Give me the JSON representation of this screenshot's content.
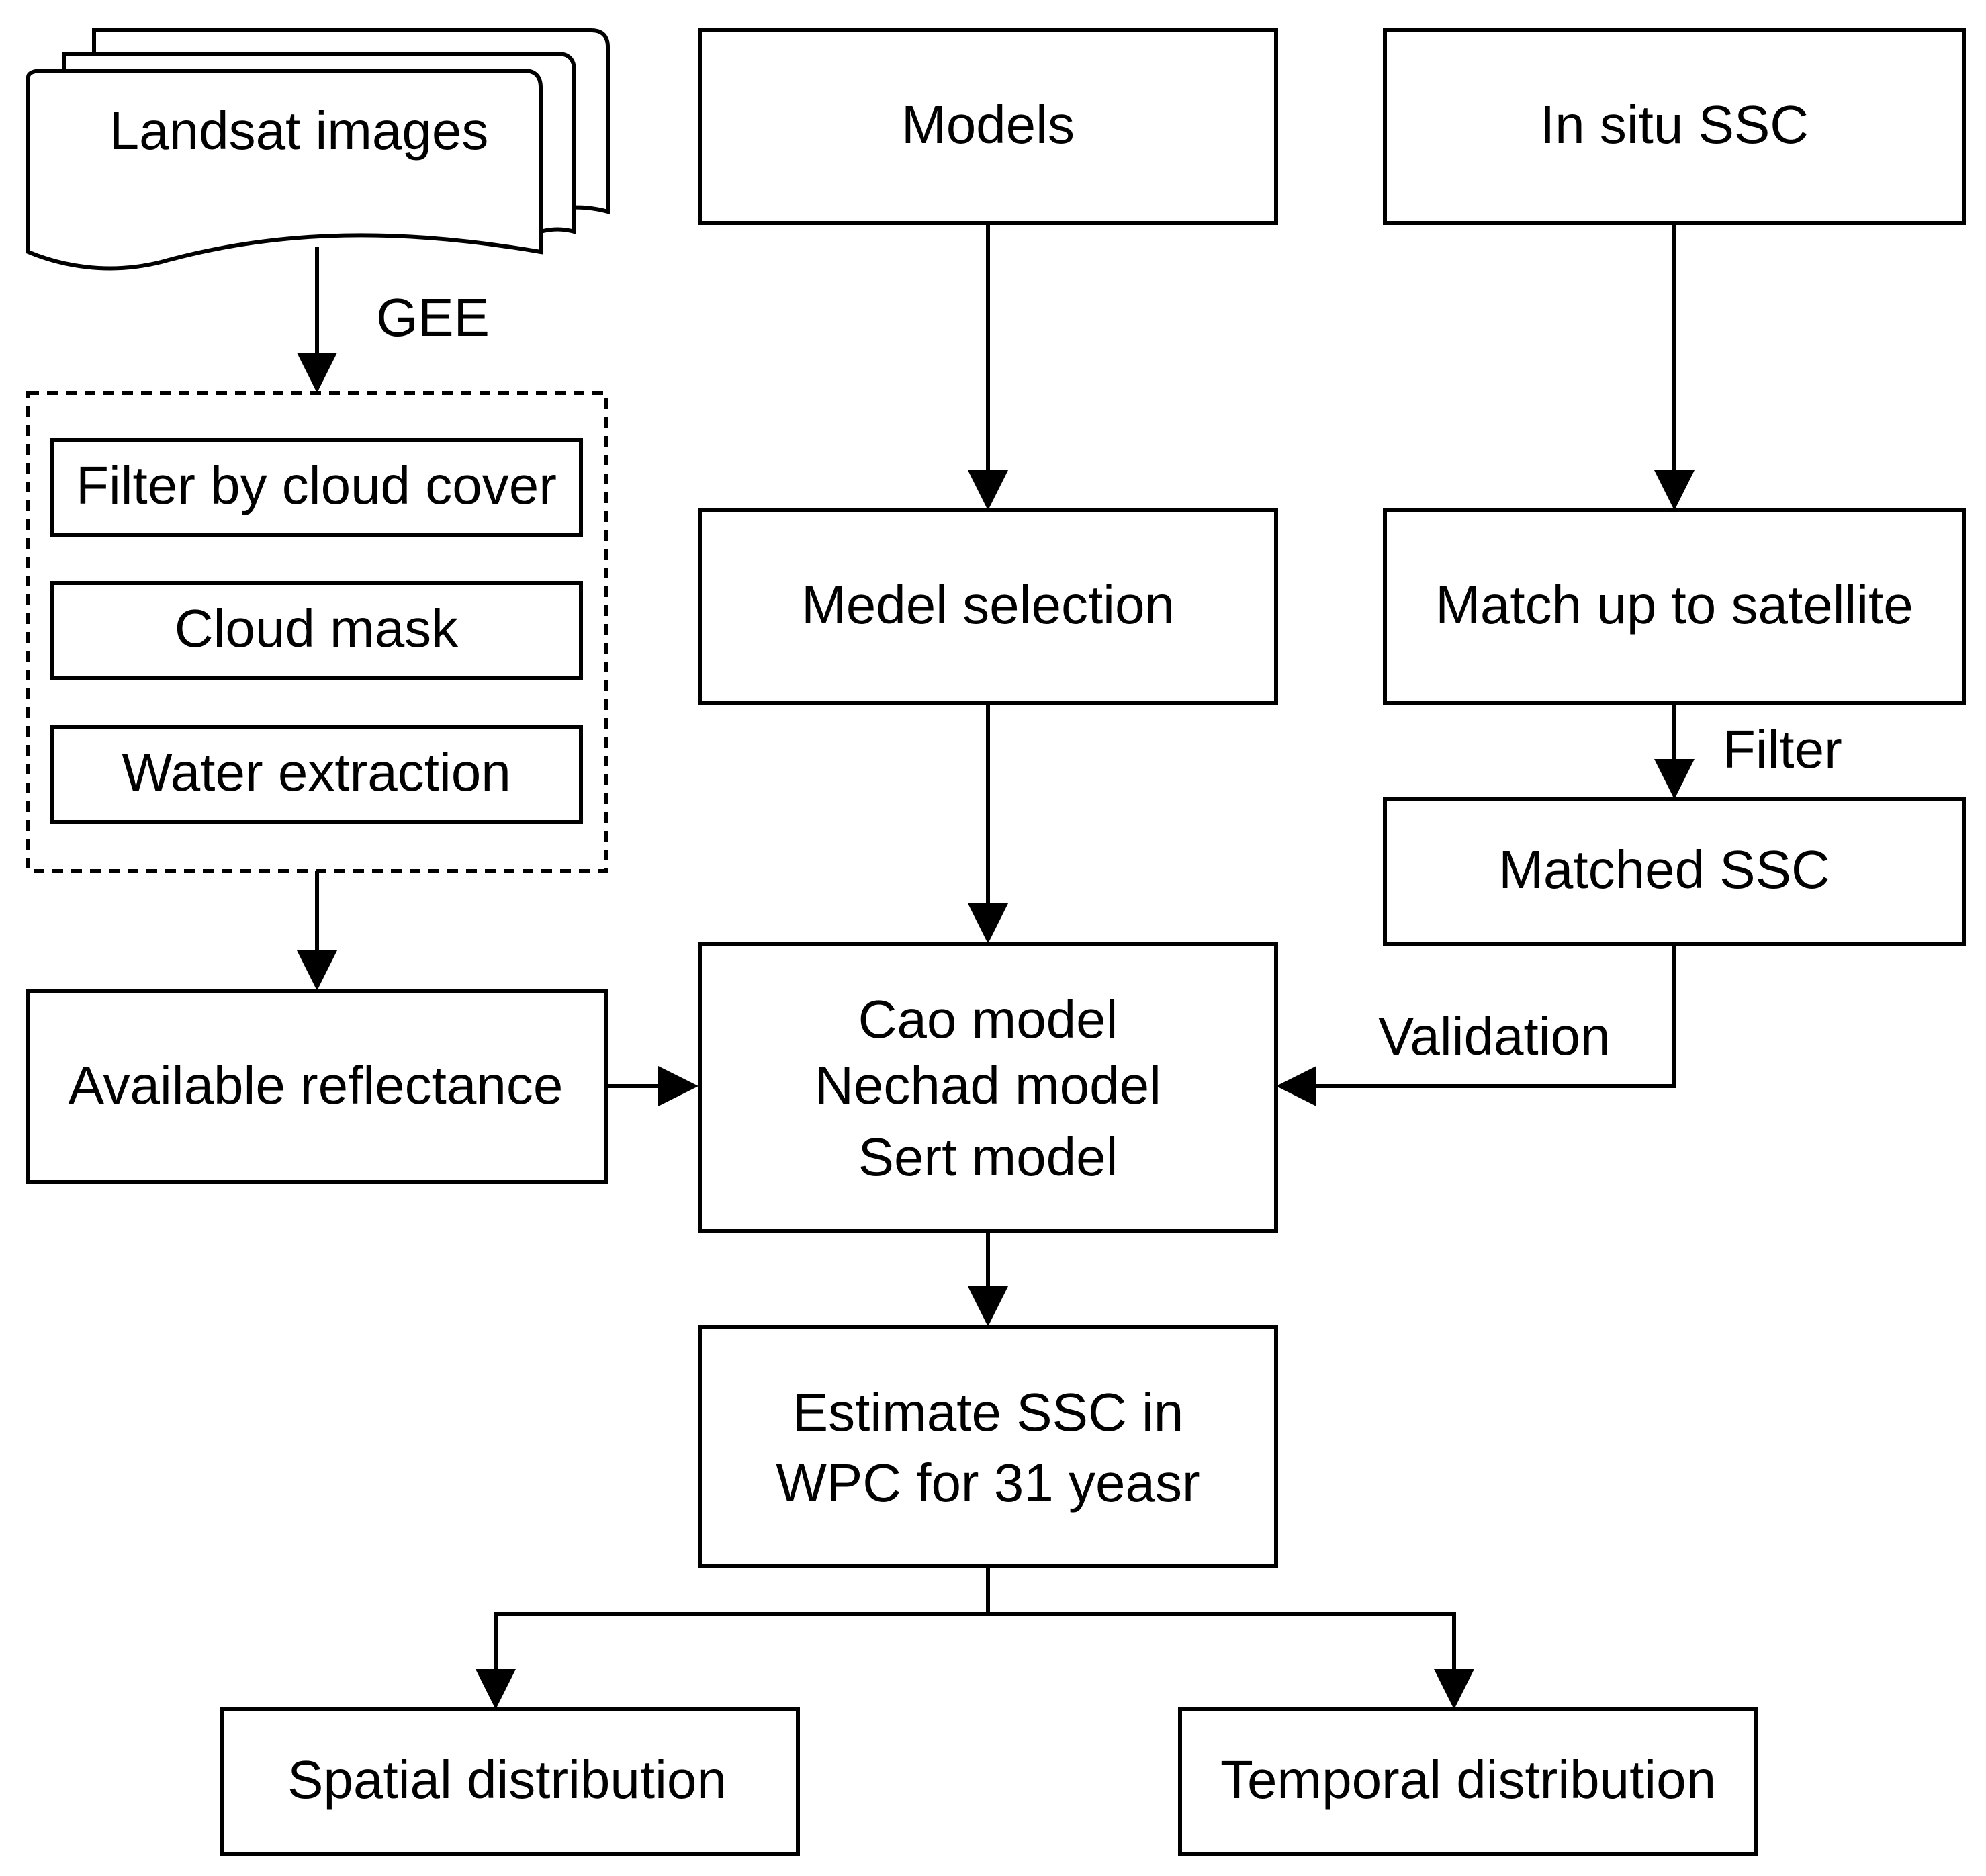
{
  "nodes": {
    "landsat": "Landsat images",
    "filter_cloud_cover": "Filter by cloud cover",
    "cloud_mask": "Cloud mask",
    "water_extraction": "Water extraction",
    "available_reflectance": "Available reflectance",
    "models": "Models",
    "model_selection": "Medel selection",
    "model_list": [
      "Cao model",
      "Nechad model",
      "Sert model"
    ],
    "in_situ_ssc": "In situ SSC",
    "match_up": "Match up to satellite",
    "matched_ssc": "Matched SSC",
    "estimate": [
      "Estimate SSC in",
      "WPC for 31 yeasr"
    ],
    "spatial": "Spatial distribution",
    "temporal": "Temporal distribution"
  },
  "edge_labels": {
    "gee": "GEE",
    "filter": "Filter",
    "validation": "Validation"
  }
}
